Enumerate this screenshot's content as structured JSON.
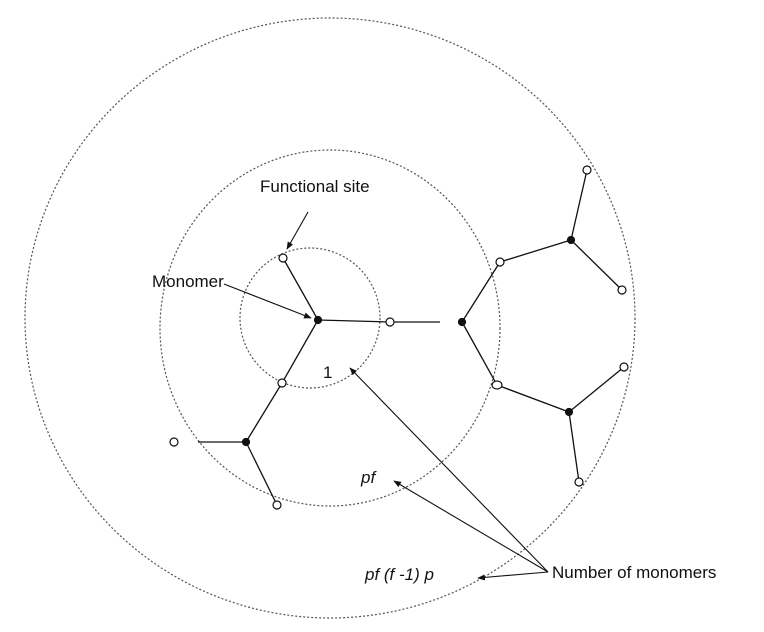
{
  "labels": {
    "functional_site": "Functional site",
    "monomer": "Monomer",
    "generation_1": "1",
    "generation_pf": "pf",
    "generation_pf_f1_p": "pf (f -1) p",
    "number_of_monomers": "Number of monomers"
  }
}
